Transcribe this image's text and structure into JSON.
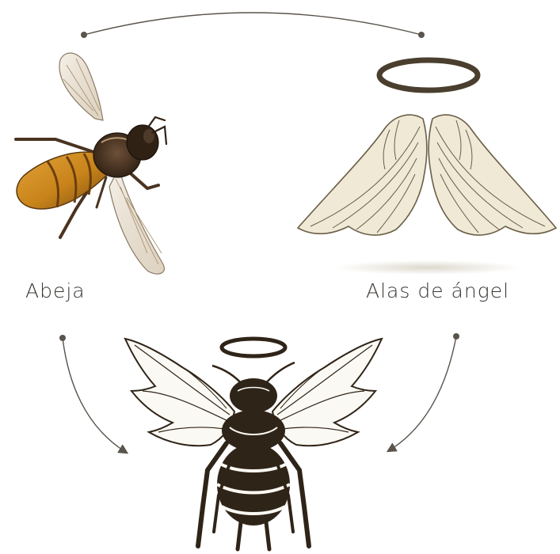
{
  "labels": {
    "bee": "Abeja",
    "wings": "Alas de ángel"
  },
  "colors": {
    "connector": "#5a544c",
    "bee_amber": "#c8841a",
    "bee_brown": "#3b2a18",
    "wing_cream": "#efe9d6",
    "wing_outline": "#6b5f46",
    "halo": "#4a3f2e",
    "result_ink": "#2f2418"
  },
  "icons": {
    "bee": "honeybee-illustration",
    "wings": "angel-wings-illustration",
    "halo": "halo-ring-icon",
    "result": "angel-bee-illustration"
  }
}
